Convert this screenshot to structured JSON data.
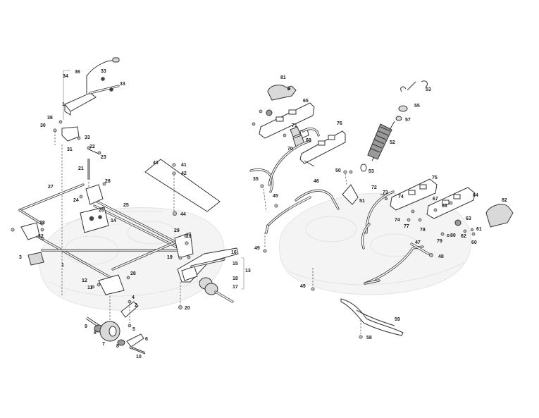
{
  "labels": {
    "l81": "81",
    "l65": "65",
    "l53a": "53",
    "l55": "55",
    "l57": "57",
    "l76": "76",
    "l71": "71",
    "l69": "69",
    "l70": "70",
    "l52": "52",
    "l50": "50",
    "l53b": "53",
    "l35": "35",
    "l46": "46",
    "l45": "45",
    "l51": "51",
    "l75": "75",
    "l72": "72",
    "l73": "73",
    "l74a": "74",
    "l67": "67",
    "l64": "64",
    "l82": "82",
    "l68": "68",
    "l63": "63",
    "l74b": "74",
    "l77": "77",
    "l78": "78",
    "l80": "80",
    "l61": "61",
    "l62": "62",
    "l60": "60",
    "l79": "79",
    "l49a": "49",
    "l47": "47",
    "l48": "48",
    "l49b": "49",
    "l59": "59",
    "l58": "58",
    "l34": "34",
    "l36": "36",
    "l33a": "33",
    "l33b": "33",
    "l1": "1",
    "l38": "38",
    "l30": "30",
    "l31": "31",
    "l33c": "33",
    "l22": "22",
    "l23": "23",
    "l21": "21",
    "l43": "43",
    "l41": "41",
    "l42": "42",
    "l27": "27",
    "l28a": "28",
    "l24": "24",
    "l26": "26",
    "l25": "25",
    "l44": "44",
    "l14": "14",
    "l28b": "28",
    "l32": "32",
    "l29": "29",
    "l28c": "28",
    "l3": "3",
    "l16": "16",
    "l19": "19",
    "l15": "15",
    "l13": "13",
    "l18": "18",
    "l17": "17",
    "l28d": "28",
    "l12": "12",
    "l11": "11",
    "l4": "4",
    "l2": "2",
    "l20": "20",
    "l9": "9",
    "l8a": "8",
    "l7": "7",
    "l5": "5",
    "l6": "6",
    "l8b": "8",
    "l10": "10"
  }
}
